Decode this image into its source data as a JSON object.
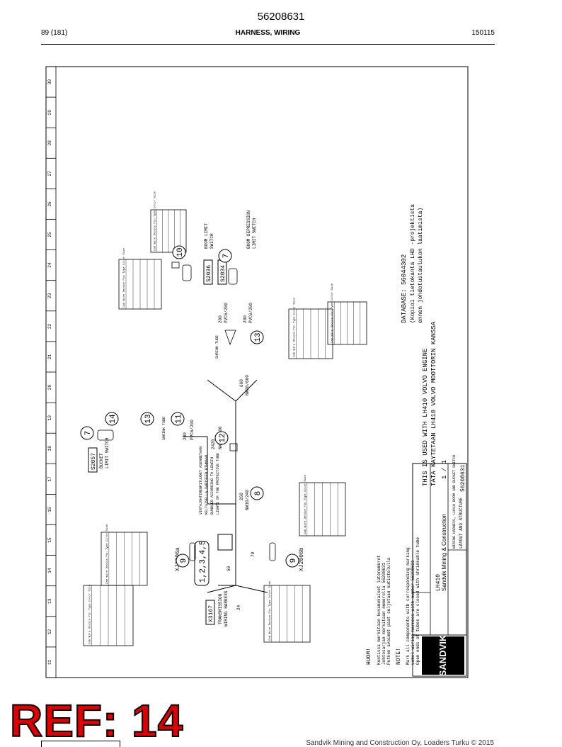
{
  "header": {
    "doc_number": "56208631",
    "page": "89 (181)",
    "section": "HARNESS, WIRING",
    "date": "150115"
  },
  "drawing": {
    "grid_numbers": [
      "11",
      "12",
      "13",
      "14",
      "15",
      "16",
      "17",
      "18",
      "19",
      "20",
      "21",
      "22",
      "23",
      "24",
      "25",
      "26",
      "27",
      "28",
      "29",
      "30"
    ],
    "components": {
      "s2057": "S2057",
      "s2057_desc": [
        "BUCKET",
        "LIMIT SWITCH"
      ],
      "s2036": "S2036",
      "s2036_desc": [
        "BOOM LIMIT",
        "SWITCH"
      ],
      "s2034": "S2034",
      "s2034_desc": [
        "BOOM DEPRESSION",
        "LIMIT SWITCH"
      ],
      "x3167": "X3167",
      "x3167_desc": [
        "TRANSMISSION",
        "WIRING HARNESS"
      ],
      "xj2006a": "XJ2006a",
      "xj2006b": "XJ2006b",
      "connector_refs": "1,2,3,4,5",
      "shrink_tube_1": "SHRINK TUBE",
      "shrink_tube_2": "SHRINK TUBE"
    },
    "balloons": [
      "7",
      "14",
      "13",
      "11",
      "12",
      "8",
      "9",
      "9",
      "10",
      "7",
      "13"
    ],
    "wire_labels": {
      "w200_a": "200",
      "pvc_a": "PVC6/200",
      "w2420": "2420",
      "nw8": "NW8/N2400",
      "w660": "660",
      "nw10_660": "NW10/660",
      "w260": "260",
      "nw10_240": "NW10/240",
      "w50": "50",
      "w70": "70",
      "w24": "24",
      "w200_b": "200",
      "pvc_b": "PVC6/200",
      "w200_c": "200",
      "pvc_c": "PVC6/200"
    },
    "center_note": [
      "VIRTAJOHTIMENPITUUDET ASENNETAAN",
      "KELTAISELLA VARISEEN RIHMAAN",
      "BUNDLED ACCORDING TO LENGTH",
      "LIGHTS OF THE PROTECTIVE TUBE"
    ],
    "tables": {
      "header_row1": "Wire",
      "header_row2": [
        "Cab Wire",
        "Device",
        "Pin",
        "Type",
        "Color",
        "Size"
      ]
    },
    "notes": {
      "huom_title": "HUOM!",
      "huom_lines": [
        "Kontissa merkitaan kuvamukaiset latenumerot",
        "Johtosarjan merkitaan numerolla 56208631",
        "Putken avoimet paat suljetaan kutistelulla"
      ],
      "note_title": "NOTE!",
      "note_lines": [
        "Mark all components with corresponding marking",
        "Label wiring harness with number 56208631",
        "Open ends of tubes are closed with shrinkable tube"
      ]
    },
    "usage": [
      "THIS IS USED WITH LH410 VOLVO ENGINE",
      "TATA KAYTETAAN LH410 VOLVO MOOTTORIN KANSSA"
    ],
    "database": [
      "DATABASE: 56044302",
      "(Kopioi tietokanta LHD -projektista",
      "ennen johdotustaulukon laatimista)"
    ],
    "title_block": {
      "company": "SANDVIK",
      "model": "LH410",
      "company_line": "Sandvik Mining & Construction",
      "name_line1": "WIRING HARNESS, LH410 BOOM AND BUCKET SWITCH",
      "name_line2": "LAYOUT AND STRUCTURE",
      "drawing_no": "56208631",
      "sheet": "1 / 1"
    }
  },
  "overlay": {
    "ref_label": "REF: 14"
  },
  "footer": {
    "text": "Sandvik Mining and Construction Oy, Loaders Turku © 2015"
  }
}
